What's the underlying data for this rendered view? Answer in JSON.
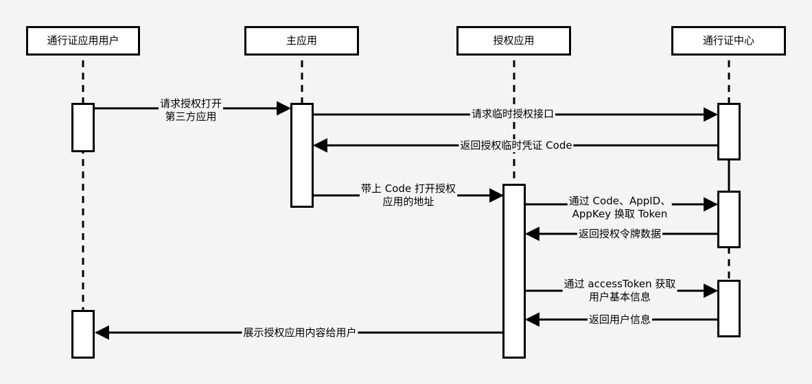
{
  "participants": {
    "user": "通行证应用用户",
    "main_app": "主应用",
    "auth_app": "授权应用",
    "passport_center": "通行证中心"
  },
  "messages": {
    "m1_line1": "请求授权打开",
    "m1_line2": "第三方应用",
    "m2": "请求临时授权接口",
    "m3": "返回授权临时凭证 Code",
    "m4_line1": "带上 Code 打开授权",
    "m4_line2": "应用的地址",
    "m5_line1": "通过 Code、AppID、",
    "m5_line2": "AppKey 换取 Token",
    "m6": "返回授权令牌数据",
    "m7_line1": "通过 accessToken 获取",
    "m7_line2": "用户基本信息",
    "m8": "返回用户信息",
    "m9": "展示授权应用内容给用户"
  }
}
